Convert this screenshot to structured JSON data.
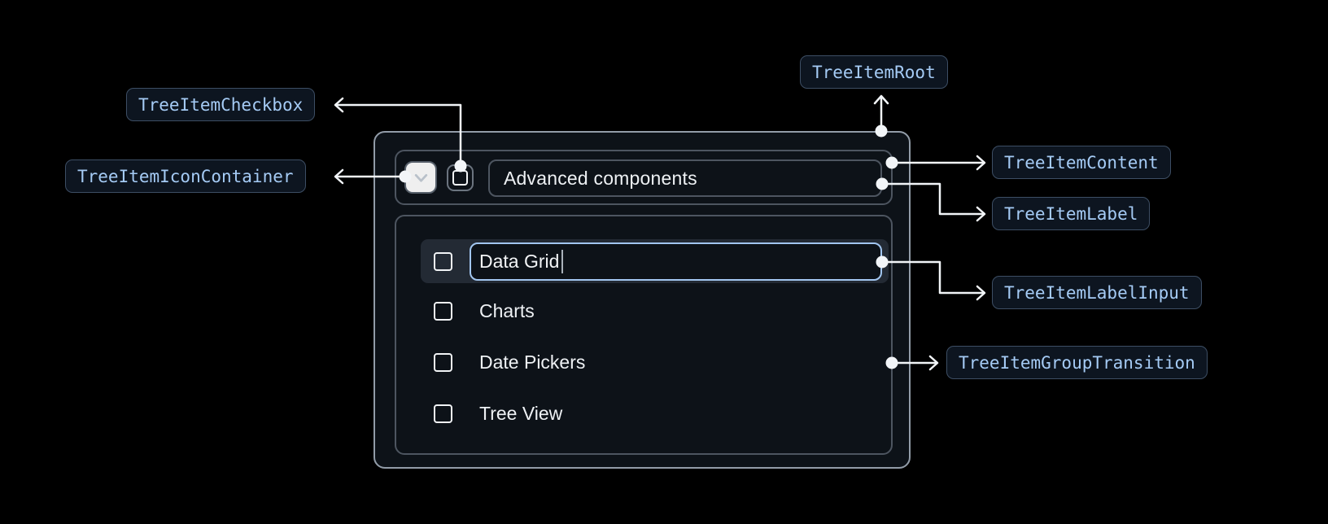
{
  "annotations": {
    "root": "TreeItemRoot",
    "checkbox": "TreeItemCheckbox",
    "icon_container": "TreeItemIconContainer",
    "content": "TreeItemContent",
    "label": "TreeItemLabel",
    "label_input": "TreeItemLabelInput",
    "group_transition": "TreeItemGroupTransition"
  },
  "tree": {
    "parent": {
      "label": "Advanced components",
      "expanded": true,
      "checkbox_state": "unchecked"
    },
    "editing_item": {
      "input_value": "Data Grid",
      "caret_visible": true,
      "checkbox_state": "unchecked"
    },
    "items": [
      {
        "label": "Charts",
        "checkbox_state": "unchecked"
      },
      {
        "label": "Date Pickers",
        "checkbox_state": "unchecked"
      },
      {
        "label": "Tree View",
        "checkbox_state": "unchecked"
      }
    ]
  },
  "colors": {
    "background": "#000000",
    "panel_border": "#929ca8",
    "inner_border": "#4d5560",
    "annotation_text": "#a5cbf5",
    "annotation_border": "#3d4e64",
    "annotation_bg": "#0d1520",
    "input_focus_border": "#a2c6f0",
    "row_highlight": "#232a34",
    "text": "#eef1f4",
    "connector": "#f2f5f8"
  }
}
